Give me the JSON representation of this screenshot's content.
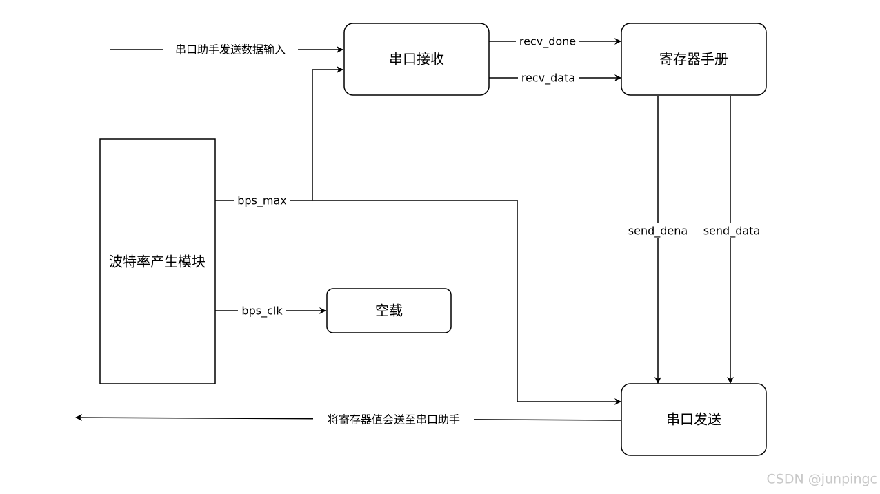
{
  "nodes": {
    "uart_recv": "串口接收",
    "register_manual": "寄存器手册",
    "baud_gen": "波特率产生模块",
    "empty_load": "空载",
    "uart_send": "串口发送"
  },
  "edges": {
    "assistant_input": "串口助手发送数据输入",
    "recv_done": "recv_done",
    "recv_data": "recv_data",
    "bps_max": "bps_max",
    "bps_clk": "bps_clk",
    "send_dena": "send_dena",
    "send_data": "send_data",
    "output_to_assistant": "将寄存器值会送至串口助手"
  },
  "watermark": "CSDN @junpingc"
}
